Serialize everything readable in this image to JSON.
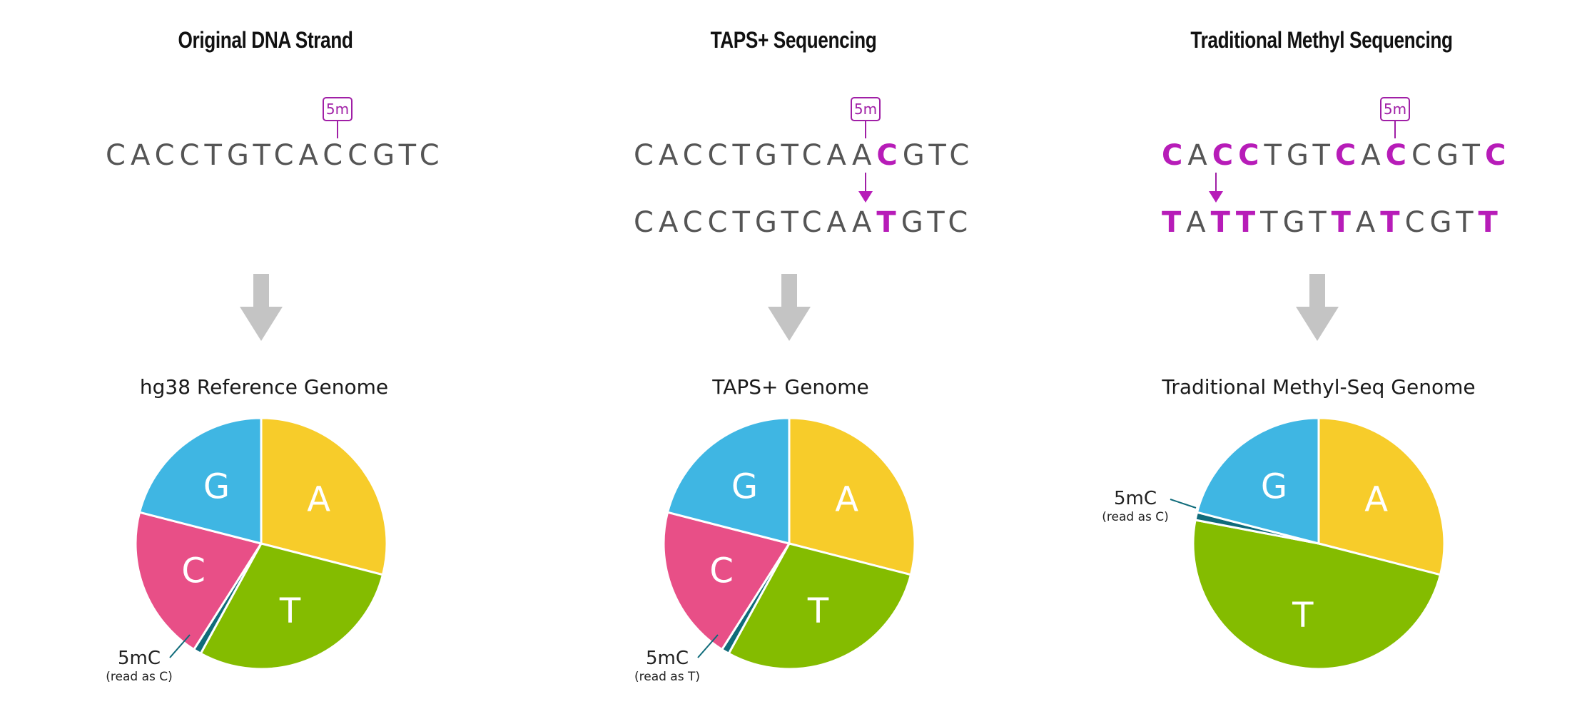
{
  "panels": [
    {
      "title": "Original DNA Strand",
      "tag": "5m",
      "seq_top": [
        "C",
        "A",
        "C",
        "C",
        "T",
        "G",
        "T",
        "C",
        "A",
        "C",
        "C",
        "G",
        "T",
        "C"
      ],
      "seq_top_highlight": [],
      "seq_bottom": [],
      "seq_bottom_highlight": [],
      "genome_title": "hg38 Reference Genome",
      "mc_label": "5mC",
      "mc_sub": "(read as C)"
    },
    {
      "title": "TAPS+ Sequencing",
      "tag": "5m",
      "seq_top": [
        "C",
        "A",
        "C",
        "C",
        "T",
        "G",
        "T",
        "C",
        "A",
        "A",
        "C",
        "G",
        "T",
        "C"
      ],
      "seq_top_highlight": [
        10
      ],
      "seq_bottom": [
        "C",
        "A",
        "C",
        "C",
        "T",
        "G",
        "T",
        "C",
        "A",
        "A",
        "T",
        "G",
        "T",
        "C"
      ],
      "seq_bottom_highlight": [
        10
      ],
      "genome_title": "TAPS+ Genome",
      "mc_label": "5mC",
      "mc_sub": "(read as T)"
    },
    {
      "title": "Traditional Methyl Sequencing",
      "tag": "5m",
      "seq_top": [
        "C",
        "A",
        "C",
        "C",
        "T",
        "G",
        "T",
        "C",
        "A",
        "C",
        "C",
        "G",
        "T",
        "C"
      ],
      "seq_top_highlight": [
        0,
        2,
        3,
        7,
        9,
        13
      ],
      "seq_bottom": [
        "T",
        "A",
        "T",
        "T",
        "T",
        "G",
        "T",
        "T",
        "A",
        "T",
        "C",
        "G",
        "T",
        "T"
      ],
      "seq_bottom_highlight": [
        0,
        2,
        3,
        7,
        9,
        13
      ],
      "genome_title": "Traditional Methyl-Seq Genome",
      "mc_label": "5mC",
      "mc_sub": "(read as C)"
    }
  ],
  "chart_data": [
    {
      "type": "pie",
      "title": "hg38 Reference Genome",
      "categories": [
        "A",
        "T",
        "5mC",
        "C",
        "G"
      ],
      "values": [
        29,
        29,
        1,
        20,
        21
      ],
      "colors": [
        "#f7cc2a",
        "#84bc00",
        "#0f6b7a",
        "#e84f87",
        "#3fb6e3"
      ]
    },
    {
      "type": "pie",
      "title": "TAPS+ Genome",
      "categories": [
        "A",
        "T",
        "5mC",
        "C",
        "G"
      ],
      "values": [
        29,
        29,
        1,
        20,
        21
      ],
      "colors": [
        "#f7cc2a",
        "#84bc00",
        "#0f6b7a",
        "#e84f87",
        "#3fb6e3"
      ]
    },
    {
      "type": "pie",
      "title": "Traditional Methyl-Seq Genome",
      "categories": [
        "A",
        "T",
        "5mC",
        "G"
      ],
      "values": [
        29,
        49,
        1,
        21
      ],
      "colors": [
        "#f7cc2a",
        "#84bc00",
        "#0f6b7a",
        "#3fb6e3"
      ]
    }
  ]
}
